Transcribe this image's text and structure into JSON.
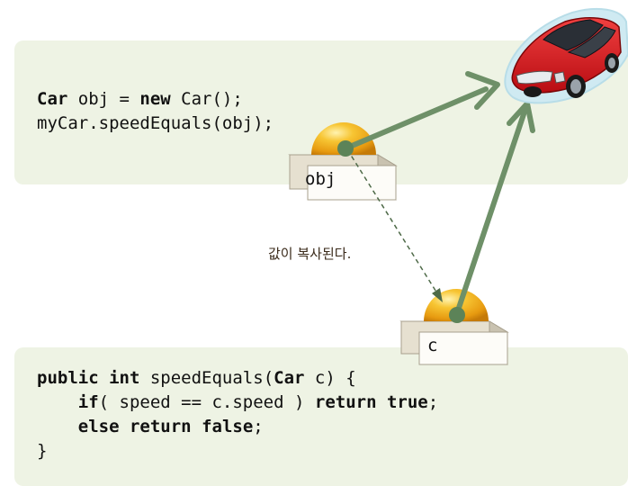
{
  "code_top": {
    "line1": {
      "kw1": "Car",
      "t1": " obj = ",
      "kw2": "new",
      "t2": " Car();"
    },
    "line2": "myCar.speedEquals(obj);"
  },
  "code_bottom": {
    "line1": {
      "kw1": "public",
      "t1": " ",
      "kw2": "int",
      "t2": " speedEquals(",
      "kw3": "Car",
      "t3": " c) {"
    },
    "line2": {
      "indent": "    ",
      "kw1": "if",
      "t1": "( speed == c.speed ) ",
      "kw2": "return",
      "t2": " ",
      "kw3": "true",
      "t3": ";"
    },
    "line3": {
      "indent": "    ",
      "kw1": "else",
      "t1": " ",
      "kw2": "return",
      "t2": " ",
      "kw3": "false",
      "t3": ";"
    },
    "line4": "}"
  },
  "labels": {
    "obj": "obj",
    "c": "c",
    "caption": "값이 복사된다."
  },
  "colors": {
    "panel": "#eef3e4",
    "arrow": "#6e9068",
    "ball": "#f0b21c",
    "car": "#d6141a"
  }
}
